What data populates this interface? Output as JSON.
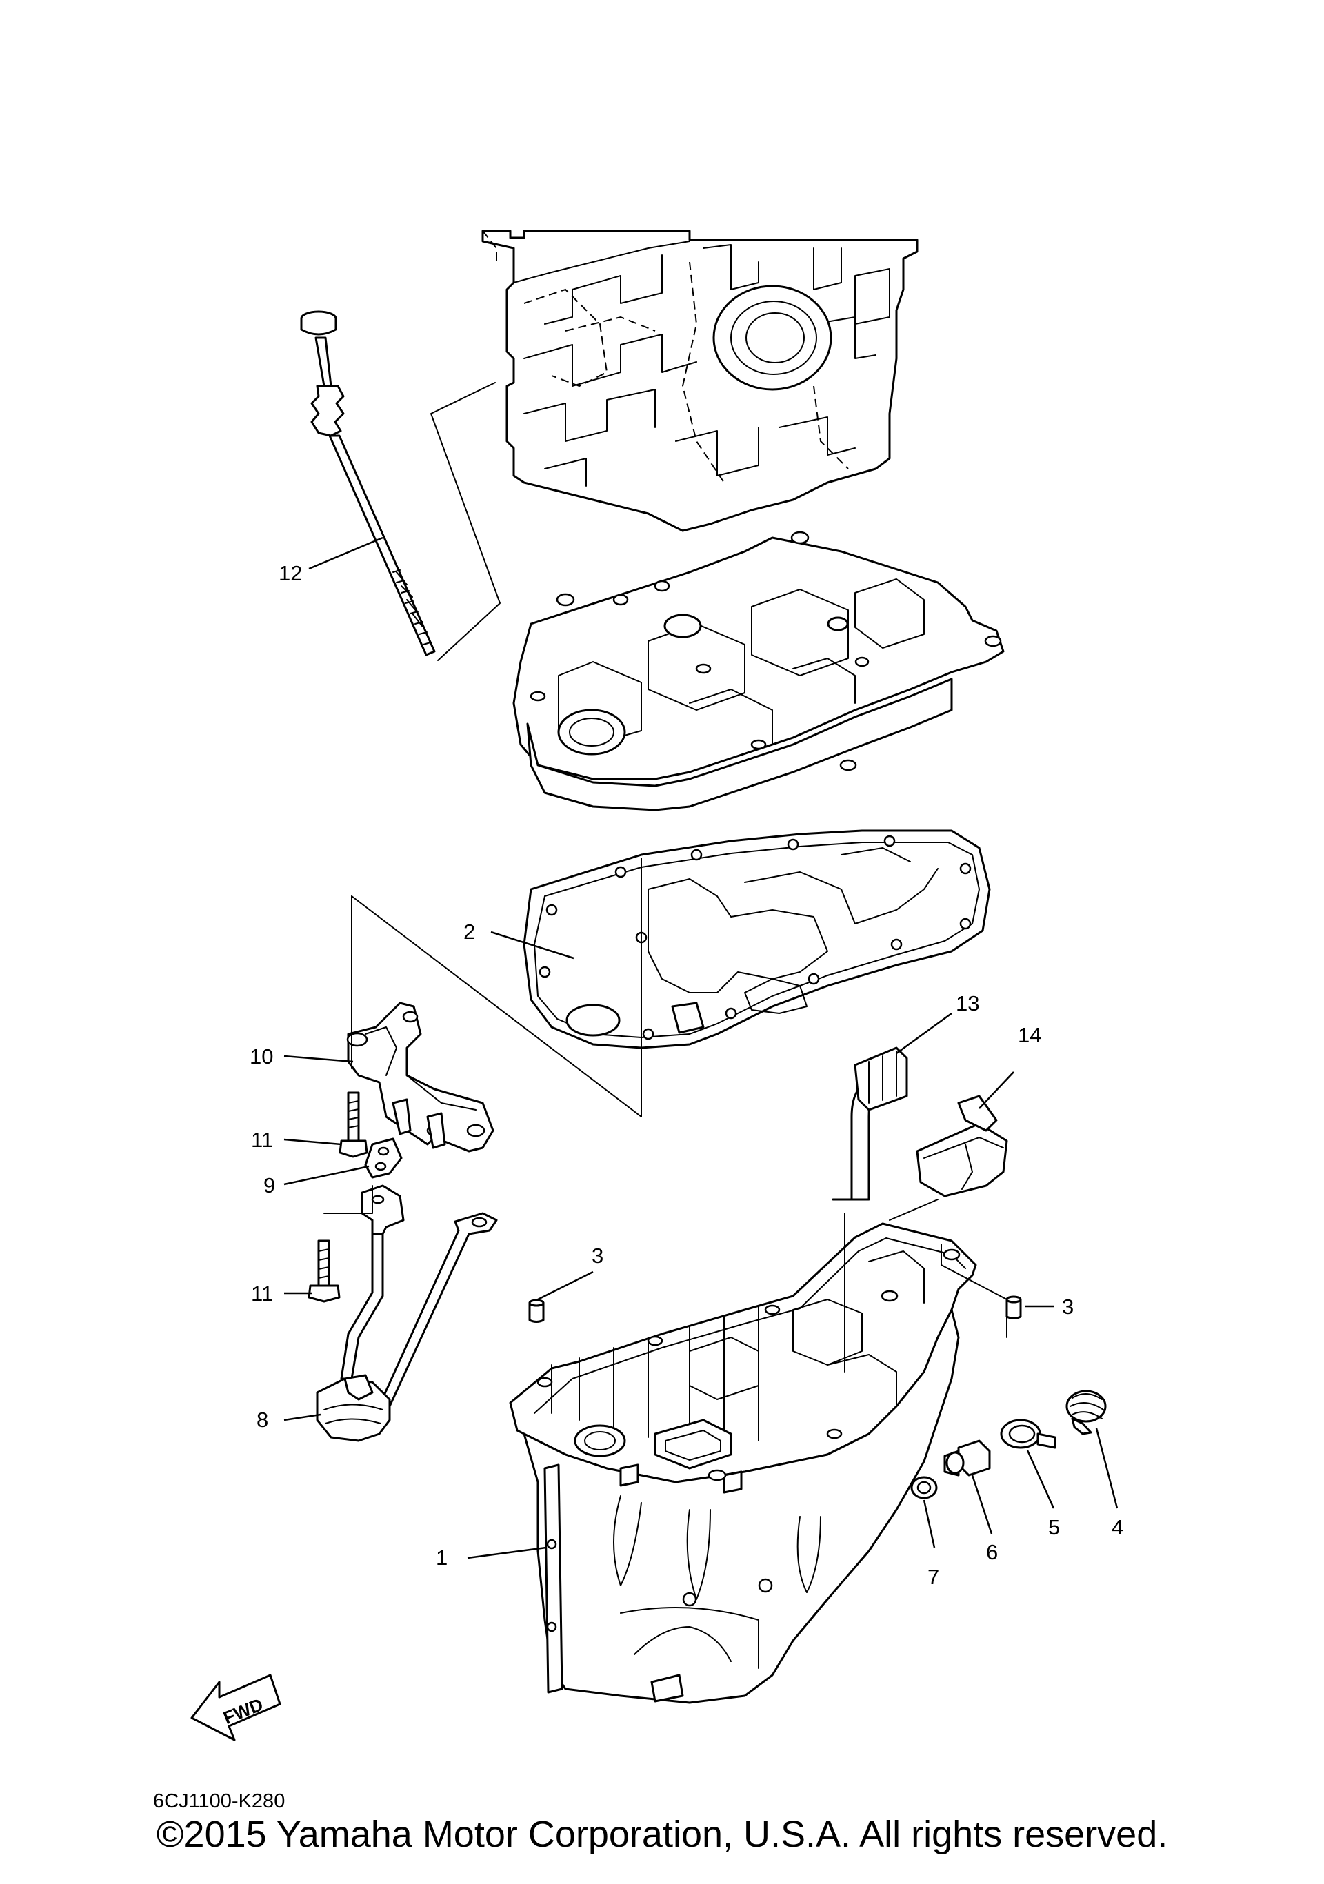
{
  "diagram": {
    "code": "6CJ1100-K280",
    "fwd_label": "FWD",
    "callouts": [
      "1",
      "2",
      "3",
      "3",
      "4",
      "5",
      "6",
      "7",
      "8",
      "9",
      "10",
      "11",
      "11",
      "12",
      "13",
      "14"
    ]
  },
  "footer": {
    "copyright": "©2015 Yamaha Motor Corporation, U.S.A. All rights reserved."
  }
}
